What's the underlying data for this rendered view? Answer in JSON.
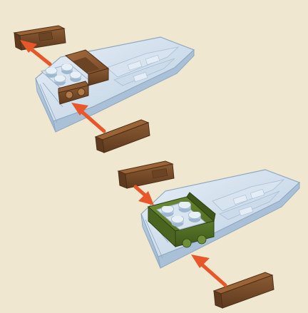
{
  "diagram": {
    "background": "#efe7cf",
    "steps": [
      {
        "id": "step-1",
        "hull_color": "#c9d9e8",
        "frame_color": "#8a5a33",
        "tile_color": "#8a5a33",
        "arrows": [
          "arrow-to-back-tile",
          "arrow-to-front-tile"
        ]
      },
      {
        "id": "step-2",
        "hull_color": "#c9d9e8",
        "frame_color": "#5b7a2a",
        "tile_color": "#8a5a33",
        "arrows": [
          "arrow-from-back-tile",
          "arrow-from-front-tile"
        ]
      }
    ],
    "arrow_color": "#e8572a",
    "icons": {
      "brick": "brick-icon",
      "tile": "wooden-tile-icon",
      "arrow": "arrow-icon",
      "stud": "stud-icon"
    }
  }
}
